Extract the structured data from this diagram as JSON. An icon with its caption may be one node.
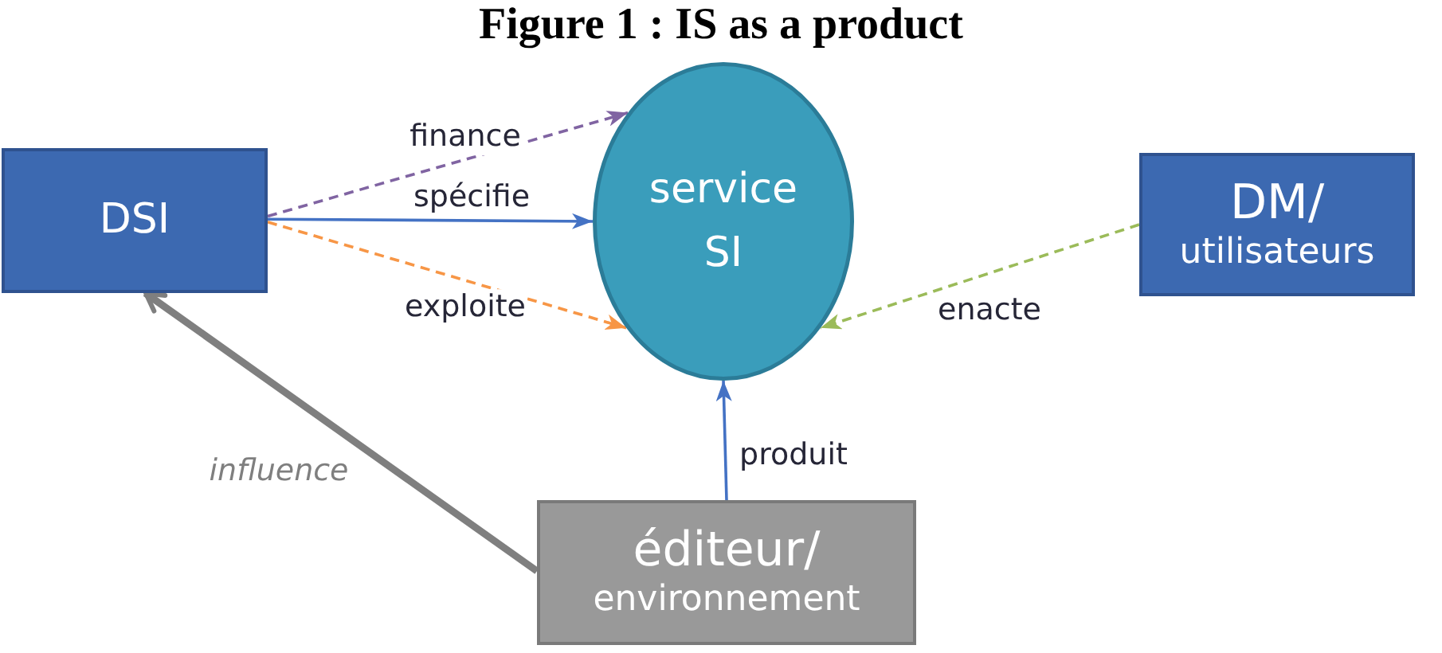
{
  "diagram": {
    "title": "Figure 1 : IS as a product",
    "nodes": [
      {
        "text": [
          "DSI"
        ]
      },
      {
        "text": [
          "service SI"
        ]
      },
      {
        "text": [
          "DM/",
          "utilisateurs"
        ]
      },
      {
        "text": [
          "éditeur/",
          "environnement"
        ]
      }
    ],
    "edges": [
      {
        "from": 0,
        "to": 1,
        "arrow": "to",
        "label": "finance",
        "style": "dashed",
        "color": "#8064a2"
      },
      {
        "from": 0,
        "to": 1,
        "arrow": "to",
        "label": "spécifie"
      },
      {
        "from": 0,
        "to": 1,
        "arrow": "to",
        "label": "exploite",
        "style": "dashed",
        "color": "#f79646"
      },
      {
        "from": 2,
        "to": 1,
        "arrow": "to",
        "label": "enacte",
        "style": "dashed",
        "color": "#9bbb59"
      },
      {
        "from": 3,
        "to": 1,
        "arrow": "to",
        "label": "produit"
      },
      {
        "from": 3,
        "to": 0,
        "arrow": "to",
        "label": "influence",
        "style": "thick",
        "color": "#7f7f7f"
      }
    ]
  }
}
